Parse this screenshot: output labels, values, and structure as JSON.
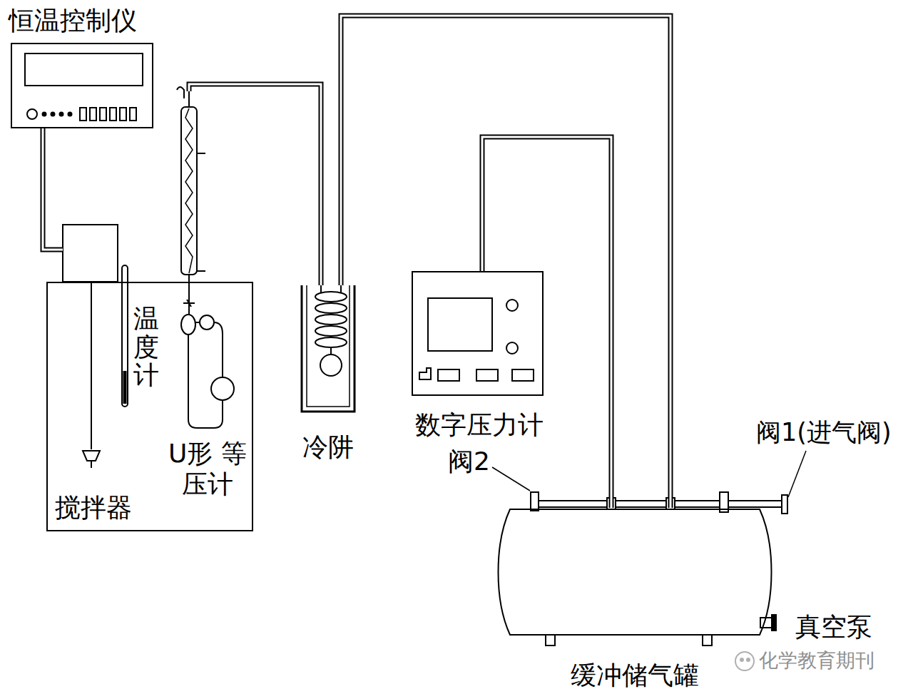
{
  "diagram": {
    "nodes": [
      {
        "text": [
          "恒温控制仪"
        ]
      },
      {
        "text": [
          "温度计",
          "U形 等压计",
          "搅拌器"
        ]
      },
      {
        "text": [
          "冷阱"
        ]
      },
      {
        "text": [
          "数字压力计"
        ]
      },
      {
        "text": [
          "缓冲储气罐"
        ]
      }
    ],
    "edges": [
      {
        "from": 0,
        "to": 1,
        "arrow": "none"
      },
      {
        "from": 1,
        "to": 2,
        "arrow": "none"
      },
      {
        "from": 2,
        "to": 4,
        "arrow": "none"
      },
      {
        "from": 3,
        "to": 4,
        "arrow": "none"
      }
    ],
    "labels": [
      "阀1(进气阀)",
      "阀2",
      "真空泵",
      "化学教育期刊"
    ]
  }
}
